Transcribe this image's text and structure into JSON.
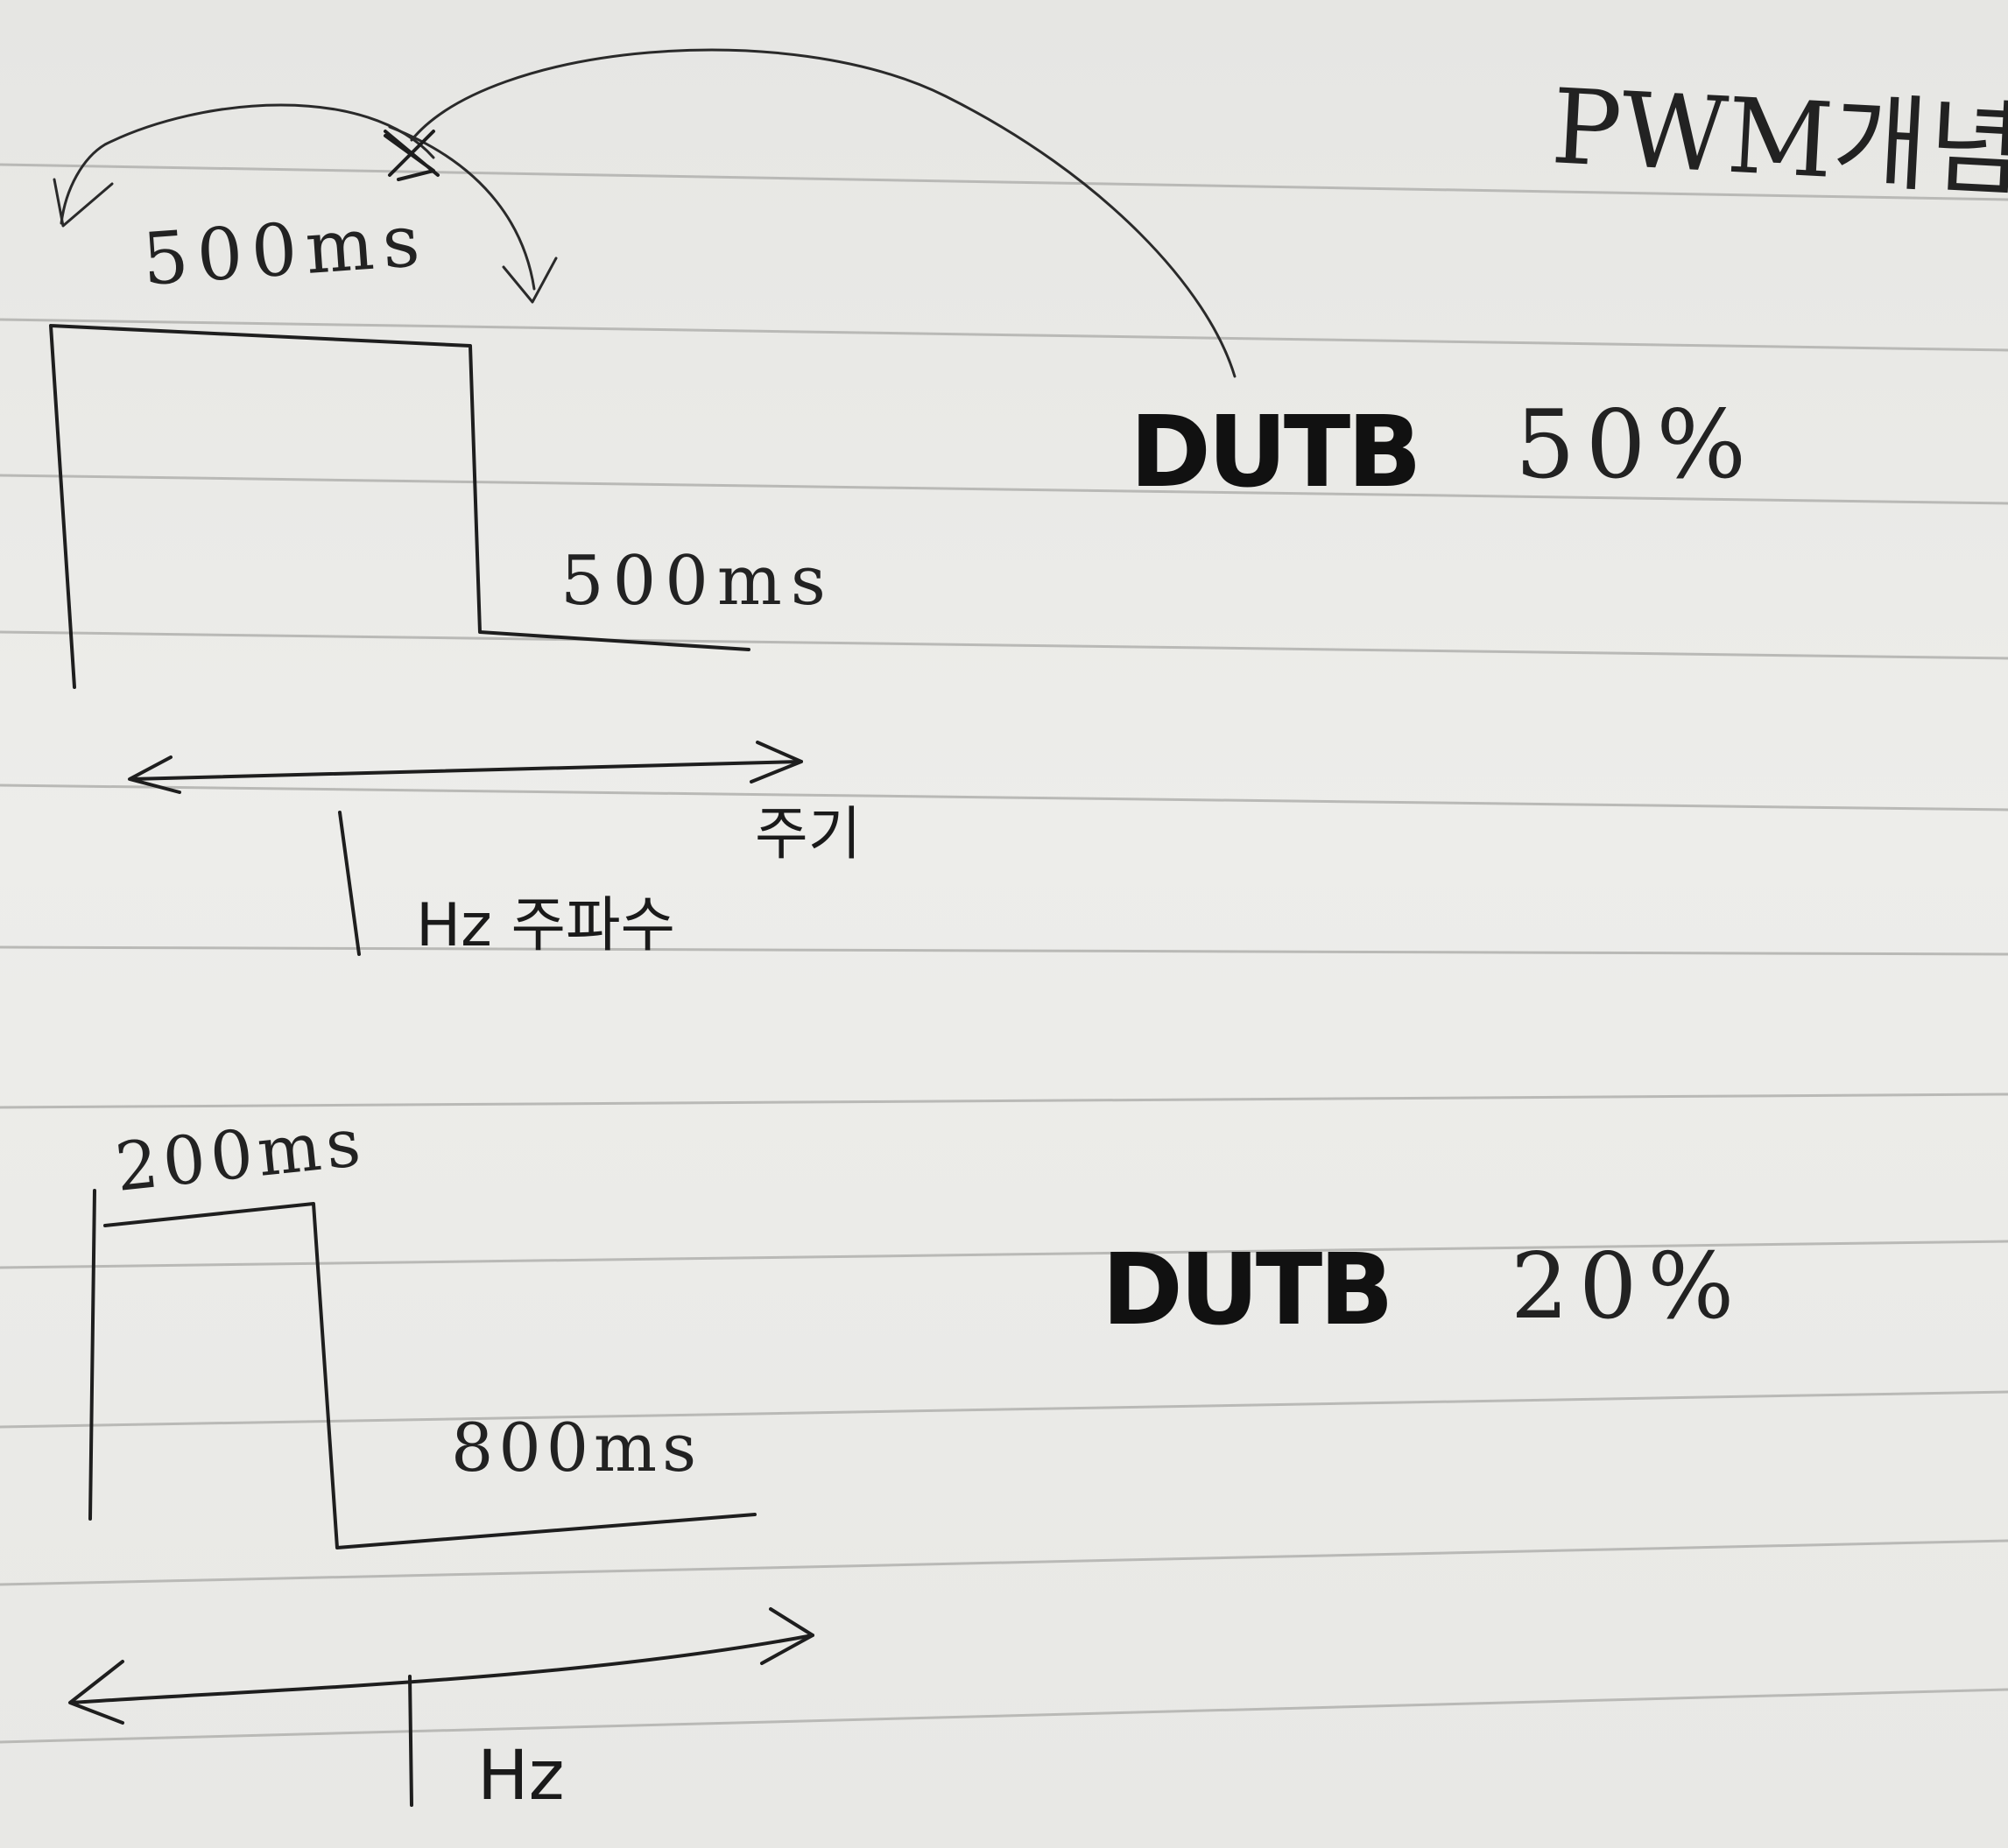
{
  "title": "PWM개념",
  "diagram_top": {
    "high_time": "500ms",
    "low_time": "500ms",
    "period_label": "주기",
    "frequency_label": "Hz 주파수",
    "duty_label": "DUTB",
    "duty_value": "50%"
  },
  "diagram_bottom": {
    "high_time": "200ms",
    "low_time": "800ms",
    "frequency_label": "Hz",
    "duty_label": "DUTB",
    "duty_value": "20%"
  }
}
